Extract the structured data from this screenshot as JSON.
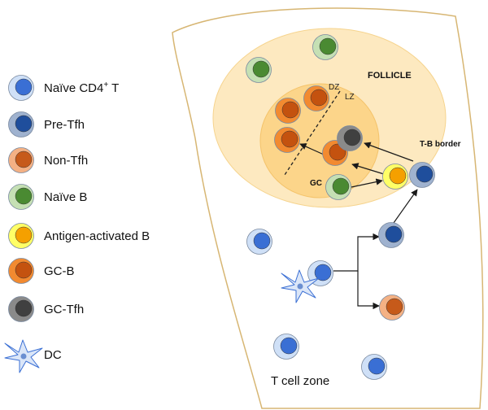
{
  "legend": {
    "items": [
      {
        "key": "naive-cd4-t",
        "label": "Naïve CD4",
        "sup": "+",
        "suffix": " T"
      },
      {
        "key": "pre-tfh",
        "label": "Pre-Tfh"
      },
      {
        "key": "non-tfh",
        "label": "Non-Tfh"
      },
      {
        "key": "naive-b",
        "label": "Naïve B"
      },
      {
        "key": "antigen-activated-b",
        "label": "Antigen-activated B"
      },
      {
        "key": "gc-b",
        "label": "GC-B"
      },
      {
        "key": "gc-tfh",
        "label": "GC-Tfh"
      },
      {
        "key": "dc",
        "label": "DC"
      }
    ]
  },
  "diagram": {
    "follicle_label": "FOLLICLE",
    "dz_label": "DZ",
    "lz_label": "LZ",
    "gc_label": "GC",
    "tb_border_label": "T-B border",
    "tcell_zone_label": "T cell zone"
  },
  "colors": {
    "naive_t_outer": "#cfe0f7",
    "naive_t_inner": "#3a6fd4",
    "pretfh_outer": "#9fb2cf",
    "pretfh_inner": "#1f4e9c",
    "nontfh_outer": "#f4b184",
    "nontfh_inner": "#c65a1a",
    "naiveb_outer": "#c5e0b4",
    "naiveb_inner": "#4a8a32",
    "actb_outer": "#ffff66",
    "actb_inner": "#f5a000",
    "gcb_outer": "#f28a30",
    "gcb_inner": "#c4520f",
    "gctfh_outer": "#8a8a8a",
    "gctfh_inner": "#404040",
    "follicle": "#fde9c0",
    "gc": "#fcd58a",
    "outline": "#d6b25e"
  }
}
